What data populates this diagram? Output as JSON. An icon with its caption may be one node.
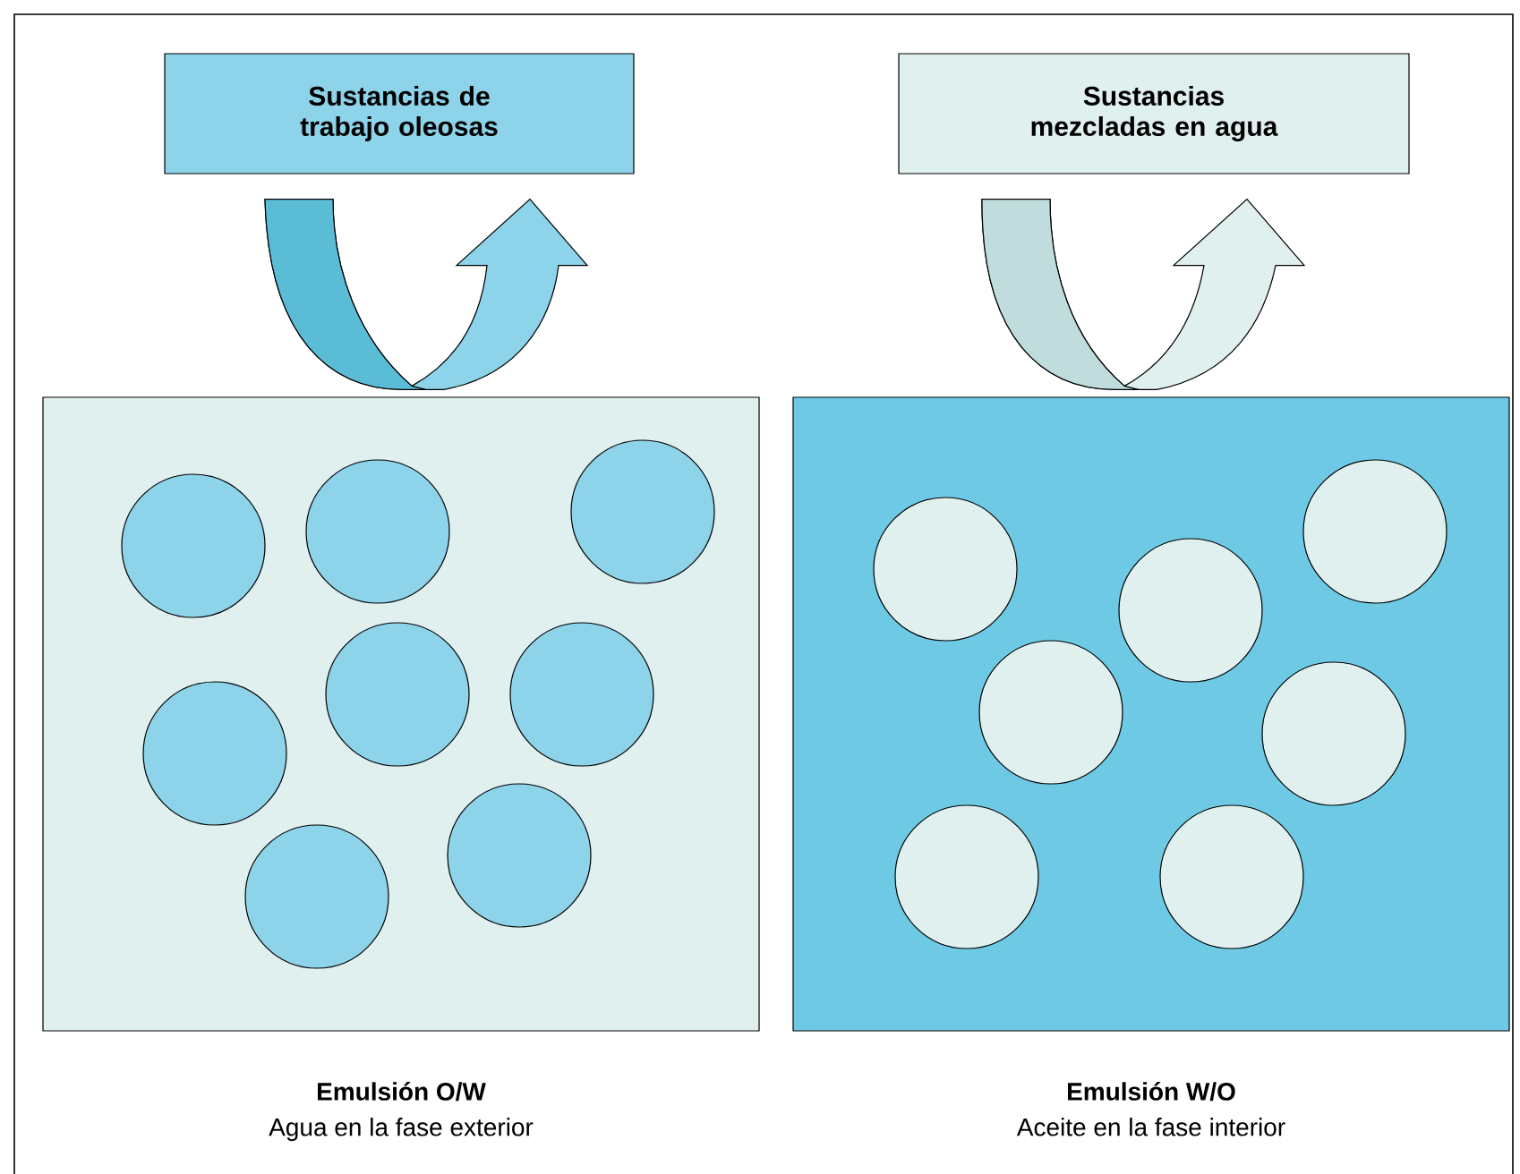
{
  "diagram": {
    "nodes": [
      {
        "text": [
          "Sustancias de trabajo oleosas"
        ]
      },
      {
        "text": [
          "Sustancias mezcladas en agua"
        ]
      },
      {
        "text": [],
        "shape": "box",
        "beside": [
          "Emulsión O/W",
          "Agua en la fase exterior"
        ]
      },
      {
        "text": [],
        "shape": "box",
        "beside": [
          "Emulsión W/O",
          "Aceite en la fase interior"
        ]
      },
      {
        "text": [],
        "shape": "circle",
        "in": 2
      },
      {
        "text": [],
        "shape": "circle",
        "in": 2
      },
      {
        "text": [],
        "shape": "circle",
        "in": 2
      },
      {
        "text": [],
        "shape": "circle",
        "in": 2
      },
      {
        "text": [],
        "shape": "circle",
        "in": 2
      },
      {
        "text": [],
        "shape": "circle",
        "in": 2
      },
      {
        "text": [],
        "shape": "circle",
        "in": 2
      },
      {
        "text": [],
        "shape": "circle",
        "in": 2
      },
      {
        "text": [],
        "shape": "circle",
        "in": 3
      },
      {
        "text": [],
        "shape": "circle",
        "in": 3
      },
      {
        "text": [],
        "shape": "circle",
        "in": 3
      },
      {
        "text": [],
        "shape": "circle",
        "in": 3
      },
      {
        "text": [],
        "shape": "circle",
        "in": 3
      },
      {
        "text": [],
        "shape": "circle",
        "in": 3
      },
      {
        "text": [],
        "shape": "circle",
        "in": 3
      }
    ],
    "edges": [
      {
        "from": 2,
        "to": 0,
        "arrow": "to"
      },
      {
        "from": 3,
        "to": 1,
        "arrow": "to"
      }
    ]
  }
}
